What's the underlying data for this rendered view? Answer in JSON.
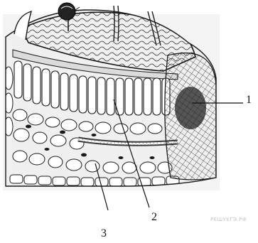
{
  "figure": {
    "subject": "leaf cross-section",
    "callouts": [
      {
        "id": "1",
        "text": "1"
      },
      {
        "id": "2",
        "text": "2"
      },
      {
        "id": "3",
        "text": "3"
      }
    ],
    "watermark": "РЕШУЕГЭ.РФ",
    "colors": {
      "ink": "#1a1a1a",
      "vein": "#3a3a3a",
      "background": "#ffffff",
      "watermark": "#c4c4c4"
    }
  }
}
